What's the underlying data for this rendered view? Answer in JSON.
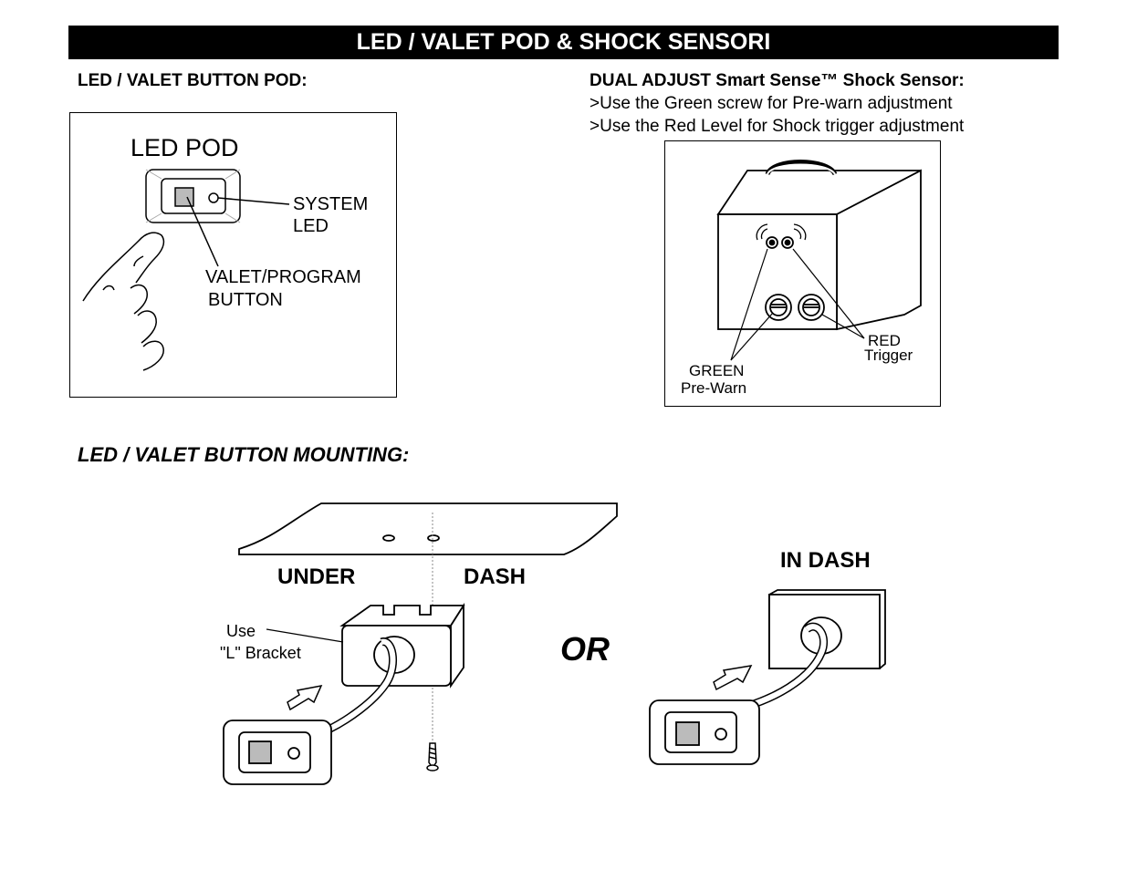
{
  "header": {
    "title": "LED / VALET POD & SHOCK SENSORI"
  },
  "led_pod_section": {
    "heading": "LED / VALET BUTTON POD:",
    "diagram_title": "LED POD",
    "system_led_label": [
      "SYSTEM",
      "LED"
    ],
    "valet_button_label": [
      "VALET/PROGRAM",
      "BUTTON"
    ]
  },
  "shock_sensor_section": {
    "heading": "DUAL ADJUST Smart Sense™ Shock Sensor:",
    "lines": [
      ">Use the Green screw for Pre-warn adjustment",
      ">Use the Red Level for Shock trigger adjustment"
    ],
    "red_label": [
      "RED",
      "Trigger"
    ],
    "green_label": [
      "GREEN",
      "Pre-Warn"
    ]
  },
  "mounting_section": {
    "heading": "LED / VALET BUTTON MOUNTING:",
    "under_label": "UNDER",
    "dash_label": "DASH",
    "bracket_label": [
      "Use",
      "\"L\" Bracket"
    ],
    "or_label": "OR",
    "in_dash_label": "IN DASH"
  }
}
